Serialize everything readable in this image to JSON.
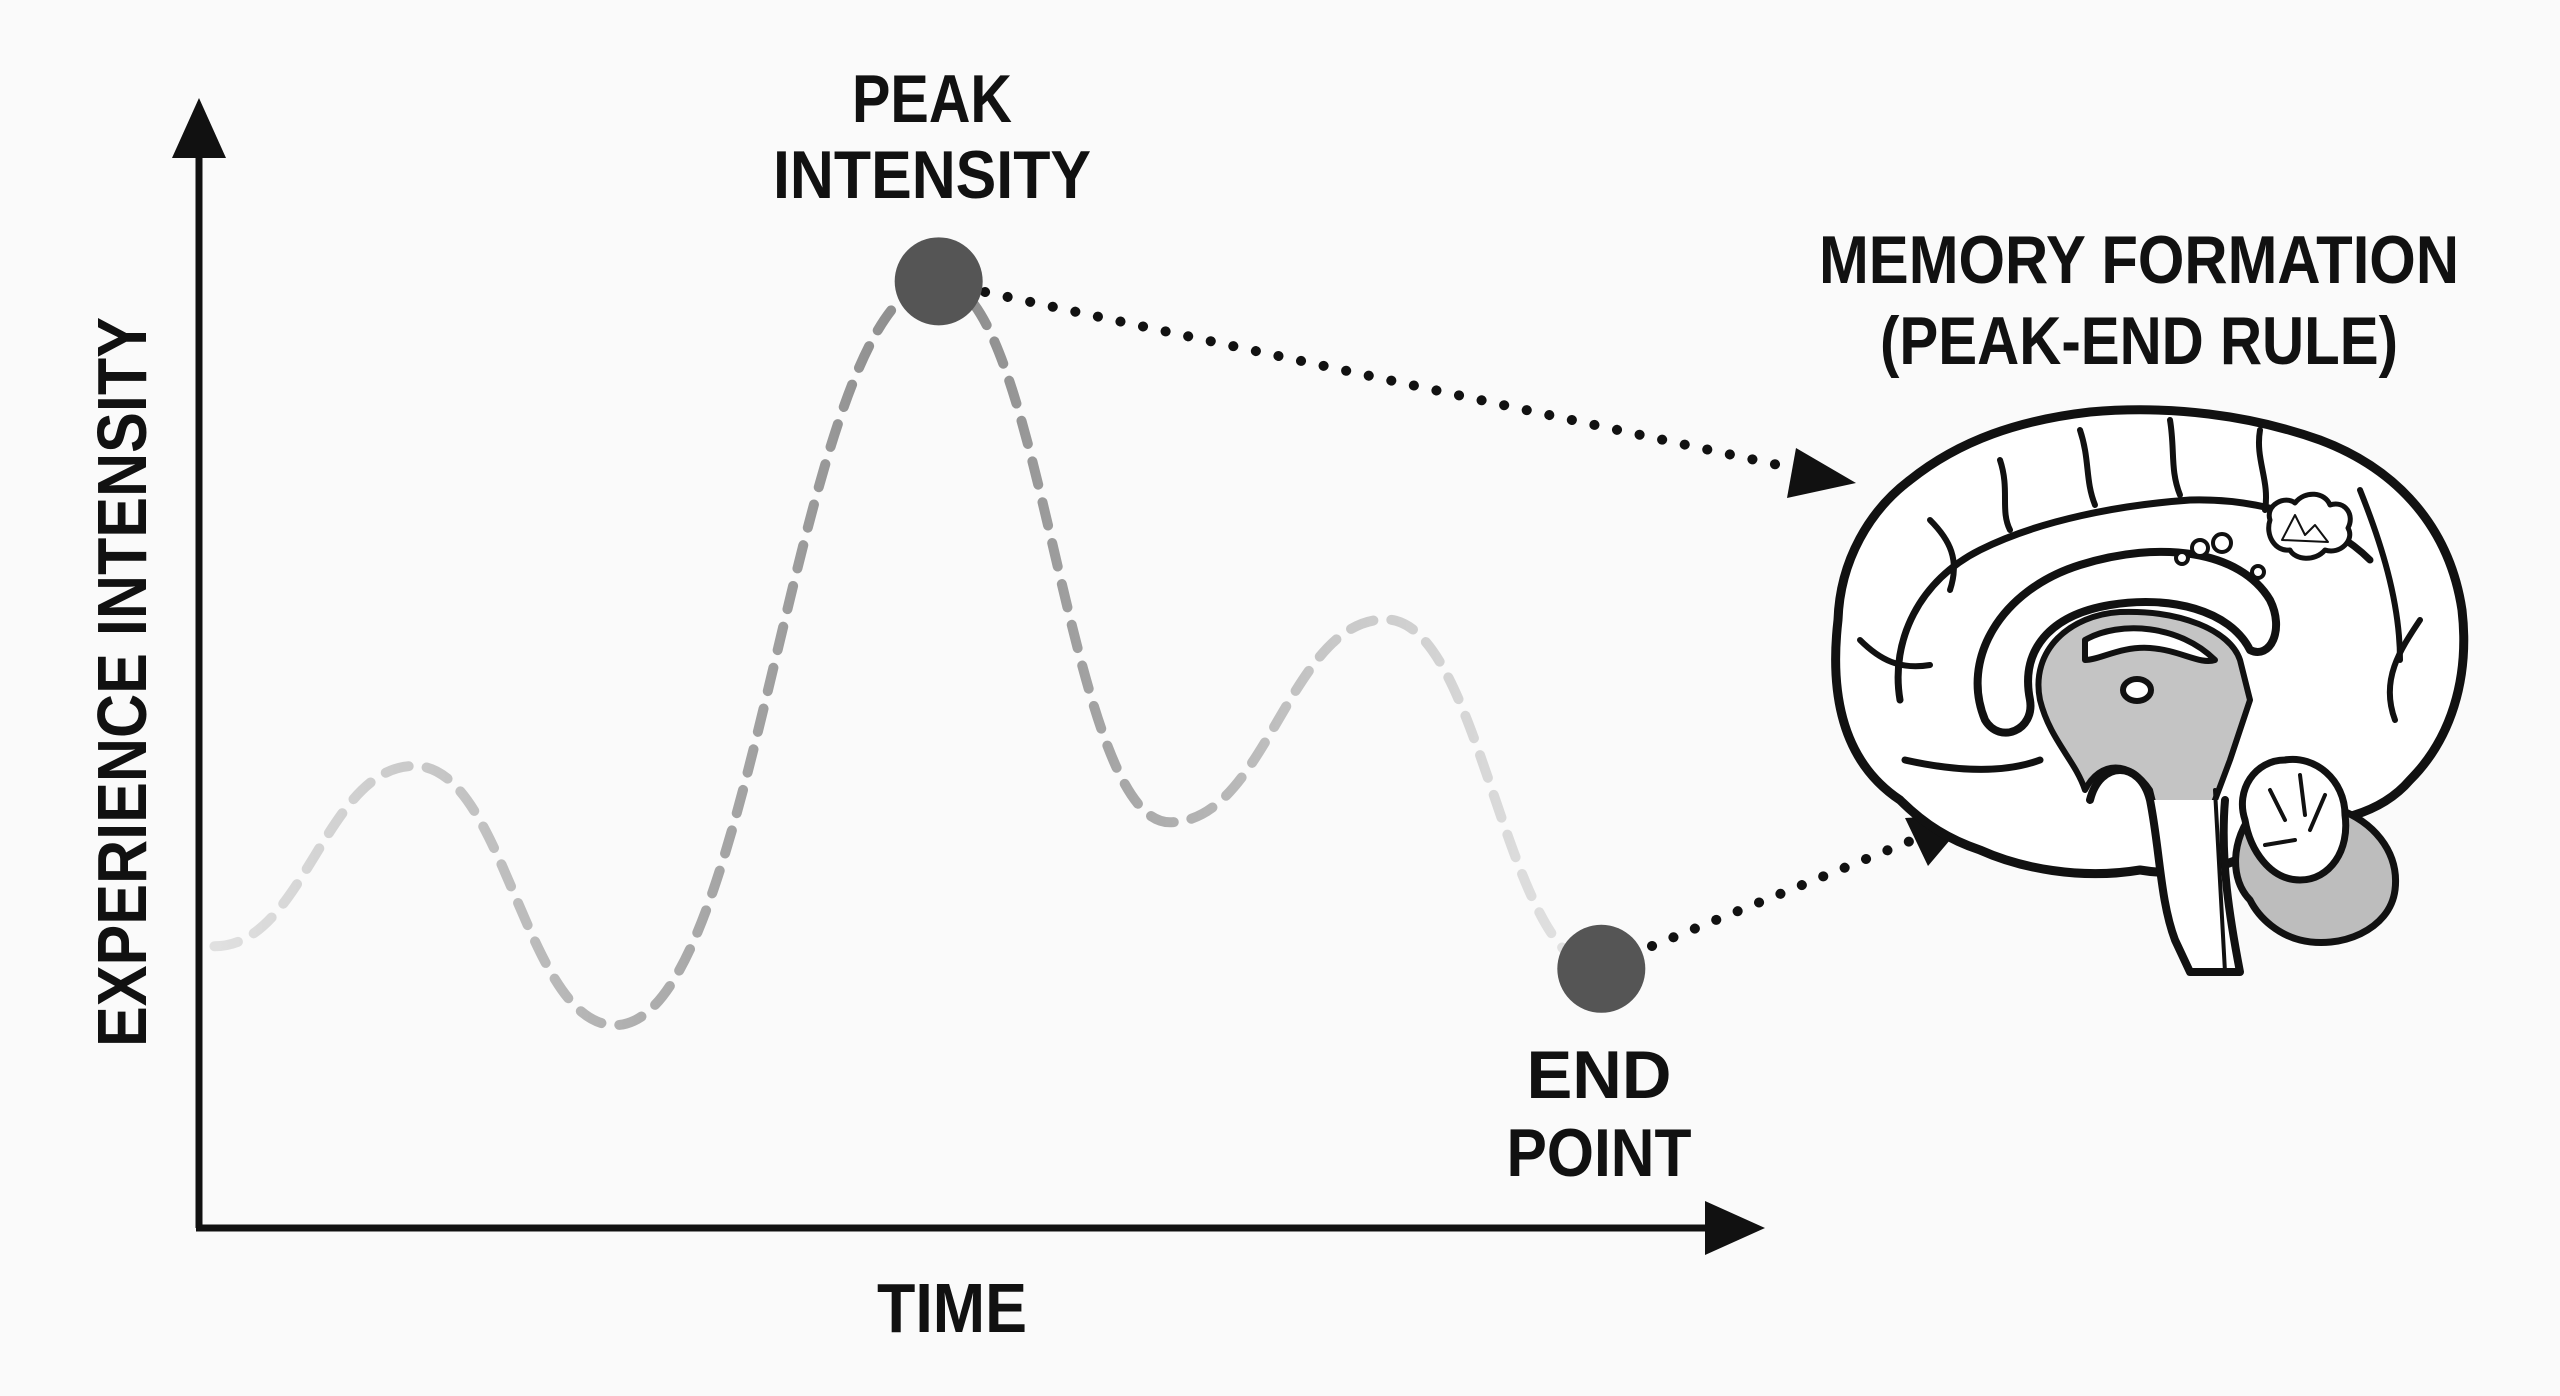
{
  "labels": {
    "y_axis": "EXPERIENCE INTENSITY",
    "x_axis": "TIME",
    "peak_line1": "PEAK",
    "peak_line2": "INTENSITY",
    "end_line1": "END",
    "end_line2": "POINT",
    "memory_line1": "MEMORY FORMATION",
    "memory_line2": "(PEAK-END RULE)"
  },
  "colors": {
    "ink": "#111111",
    "marker": "#555555",
    "curve_light": "#dddddd",
    "curve_dark": "#888888",
    "brain_fill": "#c4c4c4",
    "background": "#fafafa"
  },
  "chart_data": {
    "type": "line",
    "title": "",
    "xlabel": "TIME",
    "ylabel": "EXPERIENCE INTENSITY",
    "xlim": [
      0,
      100
    ],
    "ylim": [
      0,
      100
    ],
    "grid": false,
    "series": [
      {
        "name": "experience",
        "x": [
          1,
          14,
          27,
          48,
          63,
          77,
          91
        ],
        "y": [
          25,
          41,
          18,
          84,
          36,
          54,
          23
        ]
      }
    ],
    "highlights": [
      {
        "name": "Peak Intensity",
        "index": 3
      },
      {
        "name": "End Point",
        "index": 6
      }
    ],
    "annotations": [
      "PEAK INTENSITY",
      "END POINT",
      "MEMORY FORMATION (PEAK-END RULE)"
    ]
  }
}
